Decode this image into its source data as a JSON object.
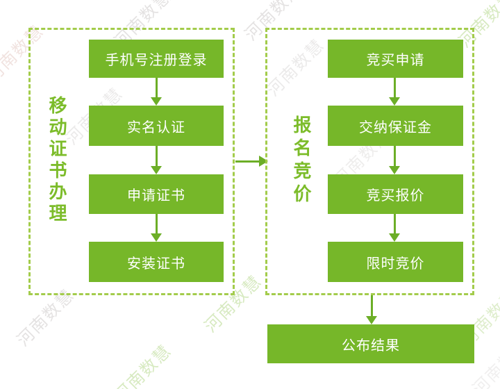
{
  "diagram": {
    "left_group": {
      "label": "移动证书办理",
      "steps": [
        "手机号注册登录",
        "实名认证",
        "申请证书",
        "安装证书"
      ]
    },
    "right_group": {
      "label": "报名竞价",
      "steps": [
        "竞买申请",
        "交纳保证金",
        "竞买报价",
        "限时竞价"
      ]
    },
    "result_step": "公布结果",
    "watermark": {
      "text": "河南数慧"
    },
    "colors": {
      "box_fill": "#76b729",
      "dashed_border": "#a3cc4b",
      "label_green": "#7cbc2a",
      "arrow_green": "#6cae27",
      "box_text": "#ffffff",
      "wm_gray": "#cfcccb",
      "wm_green": "#b8d98f",
      "wm_pink": "#e6cdc8"
    }
  }
}
